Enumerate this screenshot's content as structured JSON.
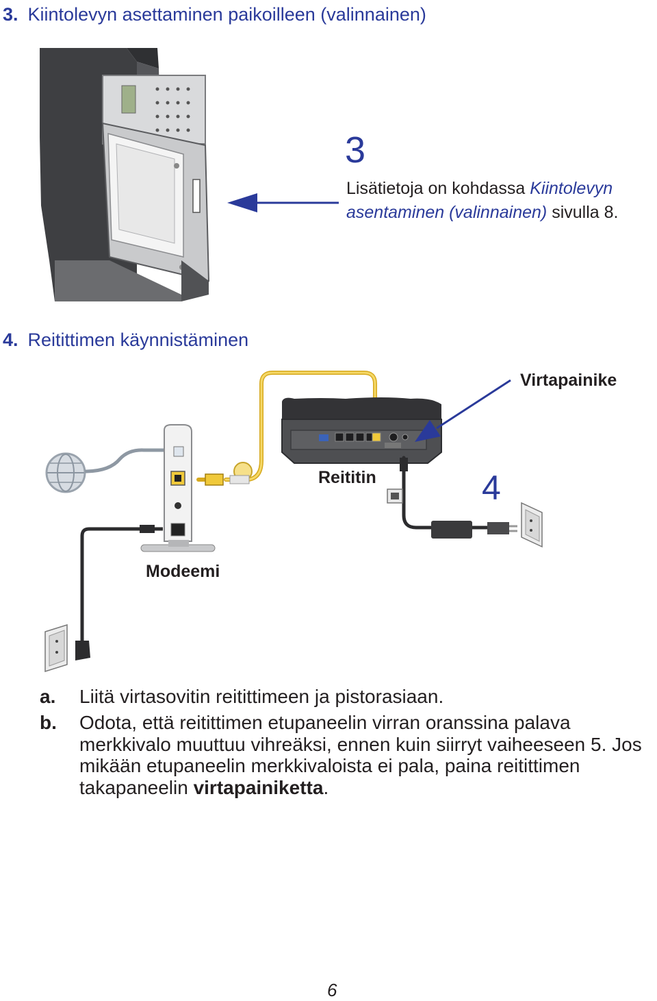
{
  "section3": {
    "number": "3.",
    "title": "Kiintolevyn asettaminen paikoilleen (valinnainen)",
    "step_number": "3",
    "info_prefix": "Lisätietoja on kohdassa ",
    "info_link": "Kiintolevyn asentaminen (valinnainen)",
    "info_suffix": " sivulla 8."
  },
  "section4": {
    "number": "4.",
    "title": "Reitittimen käynnistäminen",
    "diagram": {
      "power_button_label": "Virtapainike",
      "router_label": "Reititin",
      "modem_label": "Modeemi",
      "step_number": "4"
    },
    "steps": [
      {
        "letter": "a.",
        "text": "Liitä virtasovitin reitittimeen ja pistorasiaan."
      },
      {
        "letter": "b.",
        "text_before": "Odota, että reitittimen etupaneelin virran oranssina palava merkkivalo muuttuu vihreäksi, ennen kuin siirryt vaiheeseen 5. Jos mikään etupaneelin merkkivaloista ei pala, paina reitittimen takapaneelin ",
        "text_bold": "virtapainiketta",
        "text_after": "."
      }
    ]
  },
  "page_number": "6",
  "colors": {
    "accent_blue": "#2a3a9a",
    "cable_yellow": "#f0c93a",
    "device_dark": "#4a4a4c"
  }
}
